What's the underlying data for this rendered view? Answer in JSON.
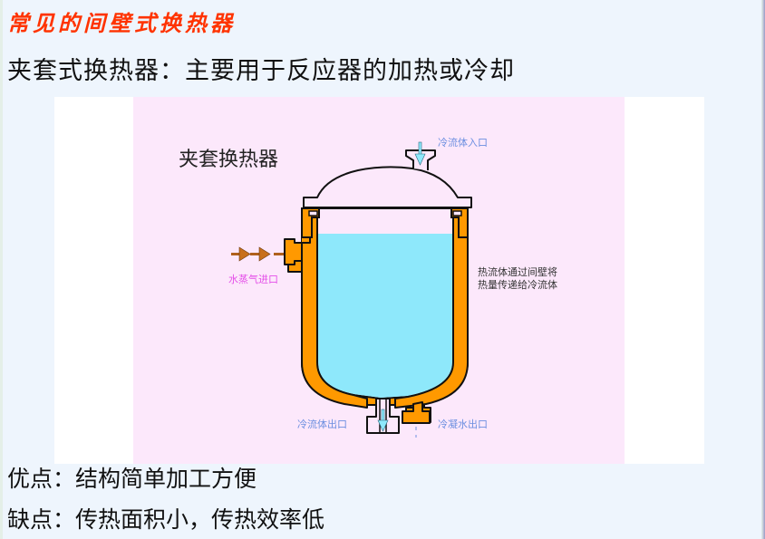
{
  "slide": {
    "title": "常见的间壁式换热器",
    "subtitle": "夹套式换热器：主要用于反应器的加热或冷却",
    "pros": "优点：结构简单加工方便",
    "cons": "缺点：传热面积小，传热效率低"
  },
  "figure": {
    "title": "夹套换热器",
    "labels": {
      "cold_inlet": "冷流体入口",
      "steam_inlet": "水蒸气进口",
      "description_line1": "热流体通过间壁将",
      "description_line2": "热量传递给冷流体",
      "cold_outlet": "冷流体出口",
      "condensate_outlet": "冷凝水出口"
    },
    "colors": {
      "jacket": "#FF9900",
      "liquid": "#8EE8FB",
      "background": "#FCE8FB",
      "steam_arrow": "#B0601C",
      "title_red": "#FF3300"
    }
  }
}
